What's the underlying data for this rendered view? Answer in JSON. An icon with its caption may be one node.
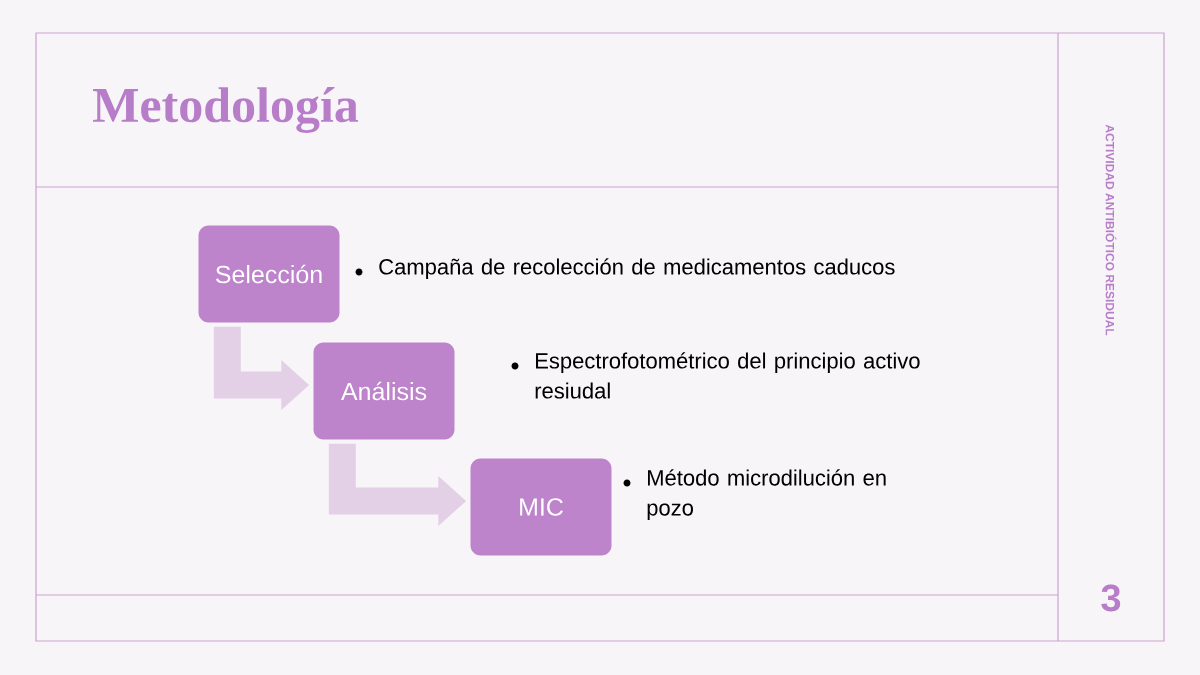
{
  "diagram": {
    "title": "Metodología",
    "nodes": [
      {
        "text": [
          "Selección"
        ],
        "beside": [
          "Campaña de recolección de medicamentos caducos"
        ]
      },
      {
        "text": [
          "Análisis"
        ],
        "beside": [
          "Espectrofotométrico del principio activo resiudal"
        ]
      },
      {
        "text": [
          "MIC"
        ],
        "beside": [
          "Método microdilución en pozo"
        ]
      }
    ],
    "edges": [
      {
        "from": 0,
        "to": 1,
        "arrow": "to"
      },
      {
        "from": 1,
        "to": 2,
        "arrow": "to"
      }
    ],
    "labels": [
      "ACTIVIDAD ANTIBIÓTICO RESIDUAL",
      "3"
    ]
  }
}
